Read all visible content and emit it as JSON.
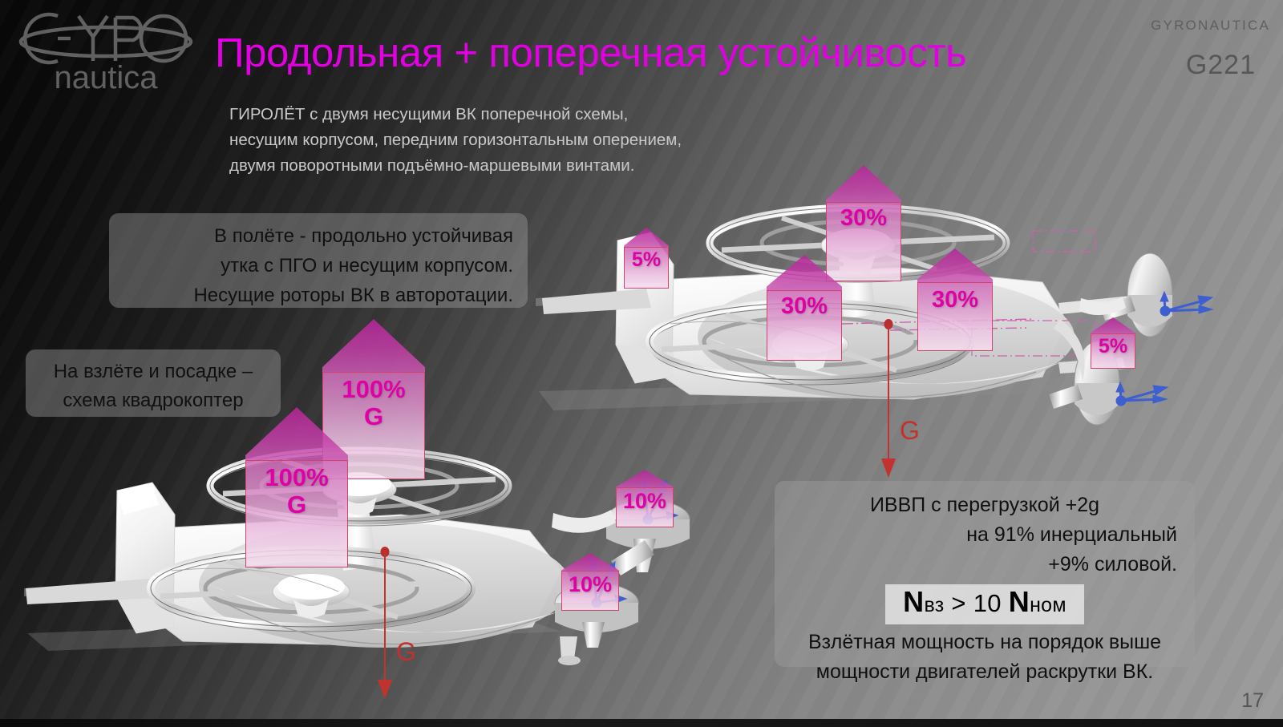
{
  "header": {
    "logo_top": "GYRO",
    "logo_bottom": "nautica",
    "title": "Продольная + поперечная устойчивость",
    "brand": "GYRONAUTICA",
    "model": "G221",
    "page_number": "17",
    "title_color": "#e100e1",
    "brand_color": "#5f5f5f"
  },
  "subtitle": {
    "line1": "ГИРОЛЁТ с двумя несущими ВК поперечной схемы,",
    "line2": "несущим корпусом, передним горизонтальным оперением,",
    "line3": "двумя поворотными подъёмно-маршевыми винтами."
  },
  "callouts": {
    "flight": {
      "line1": "В полёте - продольно устойчивая",
      "line2": "утка с ПГО и несущим корпусом.",
      "line3": "Несущие роторы ВК в авторотации."
    },
    "takeoff": {
      "line1": "На взлёте и посадке –",
      "line2": "схема квадрокоптер"
    },
    "power": {
      "line1": "ИВВП с перегрузкой +2g",
      "line2": "на 91% инерциальный",
      "line3": "+9% силовой.",
      "formula_n1": "N",
      "formula_sub1": "вз",
      "formula_op": " > 10 ",
      "formula_n2": "N",
      "formula_sub2": "ном",
      "line4": "Взлётная мощность на порядок выше",
      "line5": "мощности двигателей раскрутки ВК."
    }
  },
  "diagrams": {
    "cruise": {
      "name": "cruise-configuration-aircraft",
      "badges": [
        {
          "id": "cruise-canard",
          "value": "5%",
          "sub": ""
        },
        {
          "id": "cruise-rotor-top",
          "value": "30%",
          "sub": ""
        },
        {
          "id": "cruise-rotor-left",
          "value": "30%",
          "sub": ""
        },
        {
          "id": "cruise-rotor-right",
          "value": "30%",
          "sub": ""
        },
        {
          "id": "cruise-prop",
          "value": "5%",
          "sub": ""
        }
      ],
      "gravity_label": "G"
    },
    "hover": {
      "name": "quadcopter-configuration-aircraft",
      "badges": [
        {
          "id": "hover-rotor-upper",
          "value": "100%",
          "sub": "G"
        },
        {
          "id": "hover-rotor-lower",
          "value": "100%",
          "sub": "G"
        },
        {
          "id": "hover-prop-upper",
          "value": "10%",
          "sub": ""
        },
        {
          "id": "hover-prop-lower",
          "value": "10%",
          "sub": ""
        }
      ],
      "gravity_label": "G"
    }
  },
  "colors": {
    "magenta": "#e100a8",
    "badge_border": "#d4436f",
    "gravity_red": "#c3322f",
    "thrust_blue": "#3f5fd0"
  }
}
